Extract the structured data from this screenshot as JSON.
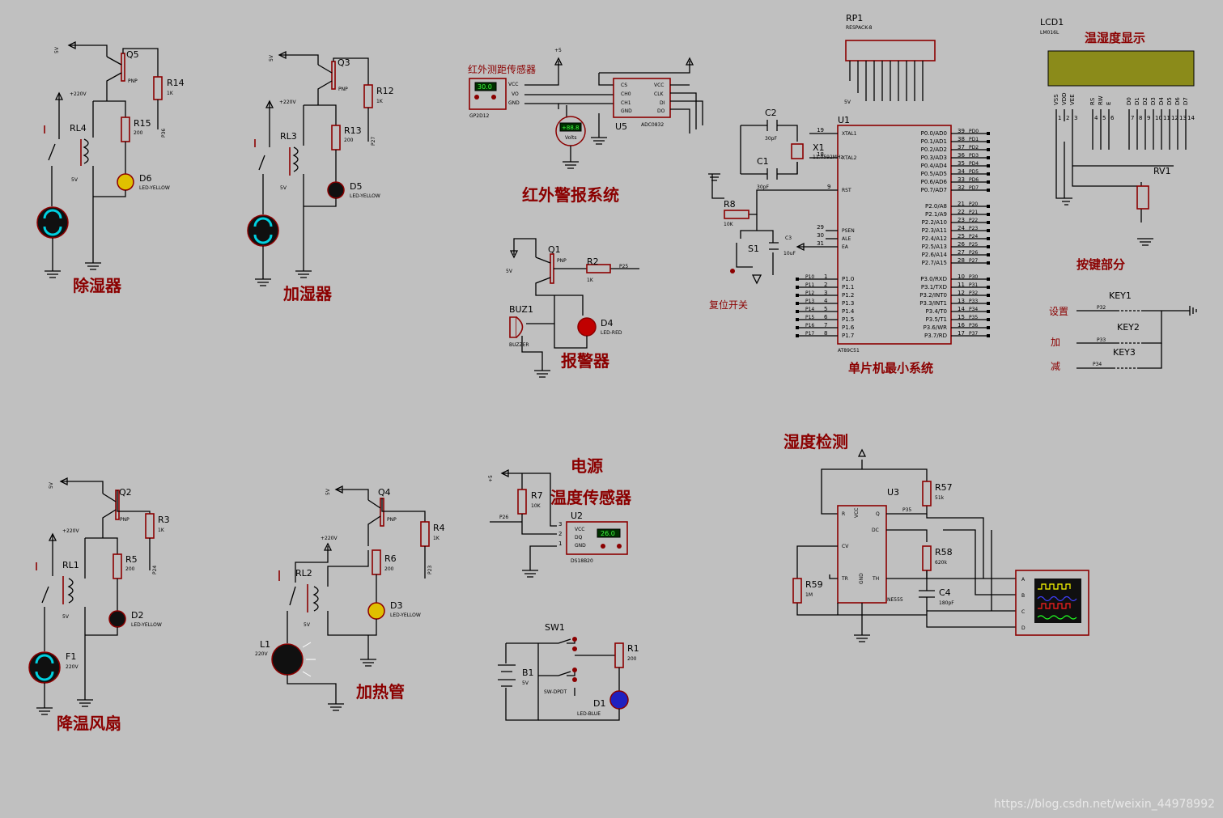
{
  "titles": {
    "dehumidifier": "除湿器",
    "humidifier": "加湿器",
    "ir_alarm": "红外警报系统",
    "alarm": "报警器",
    "mcu": "单片机最小系统",
    "temp_humid_display": "温湿度显示",
    "keys": "按键部分",
    "power": "电源",
    "temp_sensor": "温度传感器",
    "humid_detect": "湿度检测",
    "cooling_fan": "降温风扇",
    "heater": "加热管",
    "ir_sensor": "红外测距传感器",
    "reset": "复位开关",
    "key_set": "设置",
    "key_add": "加",
    "key_sub": "减"
  },
  "labels": {
    "q5": "Q5",
    "q3": "Q3",
    "q1": "Q1",
    "q2": "Q2",
    "q4": "Q4",
    "pnp": "PNP",
    "r14": "R14",
    "r15": "R15",
    "r12": "R12",
    "r13": "R13",
    "r2": "R2",
    "r3": "R3",
    "r5": "R5",
    "r4": "R4",
    "r6": "R6",
    "r7": "R7",
    "r8": "R8",
    "r1": "R1",
    "r57": "R57",
    "r58": "R58",
    "r59": "R59",
    "v1k": "1K",
    "v200": "200",
    "v10k": "10K",
    "v51k": "51k",
    "v620k": "620k",
    "v1m": "1M",
    "rl4": "RL4",
    "rl3": "RL3",
    "rl1": "RL1",
    "rl2": "RL2",
    "d6": "D6",
    "d5": "D5",
    "d2": "D2",
    "d3": "D3",
    "d4": "D4",
    "d1": "D1",
    "led_yellow": "LED-YELLOW",
    "led_red": "LED-RED",
    "led_blue": "LED-BLUE",
    "p36": "P36",
    "p27": "P27",
    "p24": "P24",
    "p23": "P23",
    "p25": "P25",
    "p26": "P26",
    "p35": "P35",
    "v5": "5V",
    "v220": "+220V",
    "v220b": "220V",
    "plus5": "+5",
    "buz1": "BUZ1",
    "buzzer": "BUZZER",
    "gp2d12": "GP2D12",
    "u5": "U5",
    "adc0832": "ADC0832",
    "vcc": "VCC",
    "vo": "VO",
    "gnd": "GND",
    "cs": "CS",
    "ch0": "CH0",
    "ch1": "CH1",
    "clk": "CLK",
    "di": "DI",
    "do": "DO",
    "volts": "Volts",
    "voltmeter": "+88.8",
    "ir_val": "30.0",
    "u1": "U1",
    "at89c51": "AT89C51",
    "xtal1": "XTAL1",
    "xtal2": "XTAL2",
    "rst": "RST",
    "psen": "PSEN",
    "ale": "ALE",
    "ea": "EA",
    "c1": "C1",
    "c2": "C2",
    "c3": "C3",
    "c4": "C4",
    "x1": "X1",
    "s1": "S1",
    "c30pf": "30pF",
    "c10uf": "10uF",
    "c180pf": "180pF",
    "crystal": "11.0592MHz",
    "rp1": "RP1",
    "respack": "RESPACK-8",
    "lcd1": "LCD1",
    "lm016l": "LM016L",
    "rv1": "RV1",
    "key1": "KEY1",
    "key2": "KEY2",
    "key3": "KEY3",
    "p32": "P32",
    "p33": "P33",
    "p34": "P34",
    "u2": "U2",
    "ds18b20": "DS18B20",
    "dq": "DQ",
    "temp_val": "26.0",
    "sw1": "SW1",
    "swdpdt": "SW-DPDT",
    "b1": "B1",
    "u3": "U3",
    "ne555": "NE555",
    "r": "R",
    "q": "Q",
    "dc": "DC",
    "cv": "CV",
    "tr": "TR",
    "th": "TH",
    "ch_a": "A",
    "ch_b": "B",
    "ch_c": "C",
    "ch_d": "D",
    "f1": "F1",
    "l1": "L1"
  },
  "mcu_pins": {
    "p0_left": [
      "P0.0/AD0",
      "P0.1/AD1",
      "P0.2/AD2",
      "P0.3/AD3",
      "P0.4/AD4",
      "P0.5/AD5",
      "P0.6/AD6",
      "P0.7/AD7"
    ],
    "p0_nums": [
      "39",
      "38",
      "37",
      "36",
      "35",
      "34",
      "33",
      "32"
    ],
    "p0_nets": [
      "PD0",
      "PD1",
      "PD2",
      "PD3",
      "PD4",
      "PD5",
      "PD6",
      "PD7"
    ],
    "p2_left": [
      "P2.0/A8",
      "P2.1/A9",
      "P2.2/A10",
      "P2.3/A11",
      "P2.4/A12",
      "P2.5/A13",
      "P2.6/A14",
      "P2.7/A15"
    ],
    "p2_nums": [
      "21",
      "22",
      "23",
      "24",
      "25",
      "26",
      "27",
      "28"
    ],
    "p2_nets": [
      "P20",
      "P21",
      "P22",
      "P23",
      "P24",
      "P25",
      "P26",
      "P27"
    ],
    "p3_left": [
      "P3.0/RXD",
      "P3.1/TXD",
      "P3.2/INT0",
      "P3.3/INT1",
      "P3.4/T0",
      "P3.5/T1",
      "P3.6/WR",
      "P3.7/RD"
    ],
    "p3_nums": [
      "10",
      "11",
      "12",
      "13",
      "14",
      "15",
      "16",
      "17"
    ],
    "p3_nets": [
      "P30",
      "P31",
      "P32",
      "P33",
      "P34",
      "P35",
      "P36",
      "P37"
    ],
    "p1_left": [
      "P1.0",
      "P1.1",
      "P1.2",
      "P1.3",
      "P1.4",
      "P1.5",
      "P1.6",
      "P1.7"
    ],
    "p1_nums": [
      "1",
      "2",
      "3",
      "4",
      "5",
      "6",
      "7",
      "8"
    ],
    "p1_nets": [
      "P10",
      "P11",
      "P12",
      "P13",
      "P14",
      "P15",
      "P16",
      "P17"
    ]
  },
  "lcd_pins": [
    "VSS",
    "VDD",
    "VEE",
    "RS",
    "RW",
    "E",
    "D0",
    "D1",
    "D2",
    "D3",
    "D4",
    "D5",
    "D6",
    "D7"
  ],
  "watermark": "https://blog.csdn.net/weixin_44978992",
  "colors": {
    "wire": "#000000",
    "component": "#8b0000",
    "title": "#8b0000",
    "background": "#c0c0c0",
    "lcd": "#8b8b1a"
  }
}
